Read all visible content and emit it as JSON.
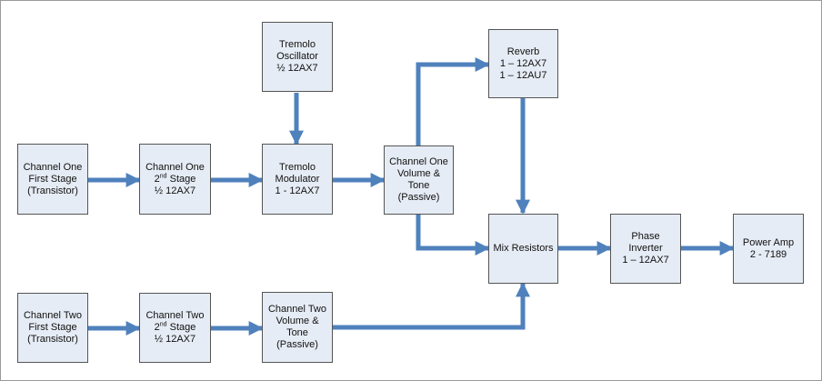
{
  "diagram": {
    "colors": {
      "block_fill": "#e6ecf5",
      "block_border": "#555555",
      "arrow": "#4f81bd"
    },
    "blocks": {
      "tremolo_osc": {
        "lines": [
          "Tremolo",
          "Oscillator",
          "½ 12AX7"
        ]
      },
      "reverb": {
        "lines": [
          "Reverb",
          "1 – 12AX7",
          "1 – 12AU7"
        ]
      },
      "ch1_first": {
        "lines": [
          "Channel One",
          "First Stage",
          "(Transistor)"
        ]
      },
      "ch1_second": {
        "line1": "Channel One",
        "line2_num": "2",
        "line2_sup": "nd",
        "line2_rest": " Stage",
        "line3": "½ 12AX7"
      },
      "tremolo_mod": {
        "lines": [
          "Tremolo",
          "Modulator",
          "1 - 12AX7"
        ]
      },
      "ch1_vol": {
        "lines": [
          "Channel One",
          "Volume &",
          "Tone",
          "(Passive)"
        ]
      },
      "mix": {
        "lines": [
          "Mix Resistors"
        ]
      },
      "phase_inv": {
        "lines": [
          "Phase",
          "Inverter",
          "1 – 12AX7"
        ]
      },
      "power_amp": {
        "lines": [
          "Power Amp",
          "2 - 7189"
        ]
      },
      "ch2_first": {
        "lines": [
          "Channel Two",
          "First Stage",
          "(Transistor)"
        ]
      },
      "ch2_second": {
        "line1": "Channel Two",
        "line2_num": "2",
        "line2_sup": "nd",
        "line2_rest": " Stage",
        "line3": "½ 12AX7"
      },
      "ch2_vol": {
        "lines": [
          "Channel Two",
          "Volume &",
          "Tone",
          "(Passive)"
        ]
      }
    }
  }
}
